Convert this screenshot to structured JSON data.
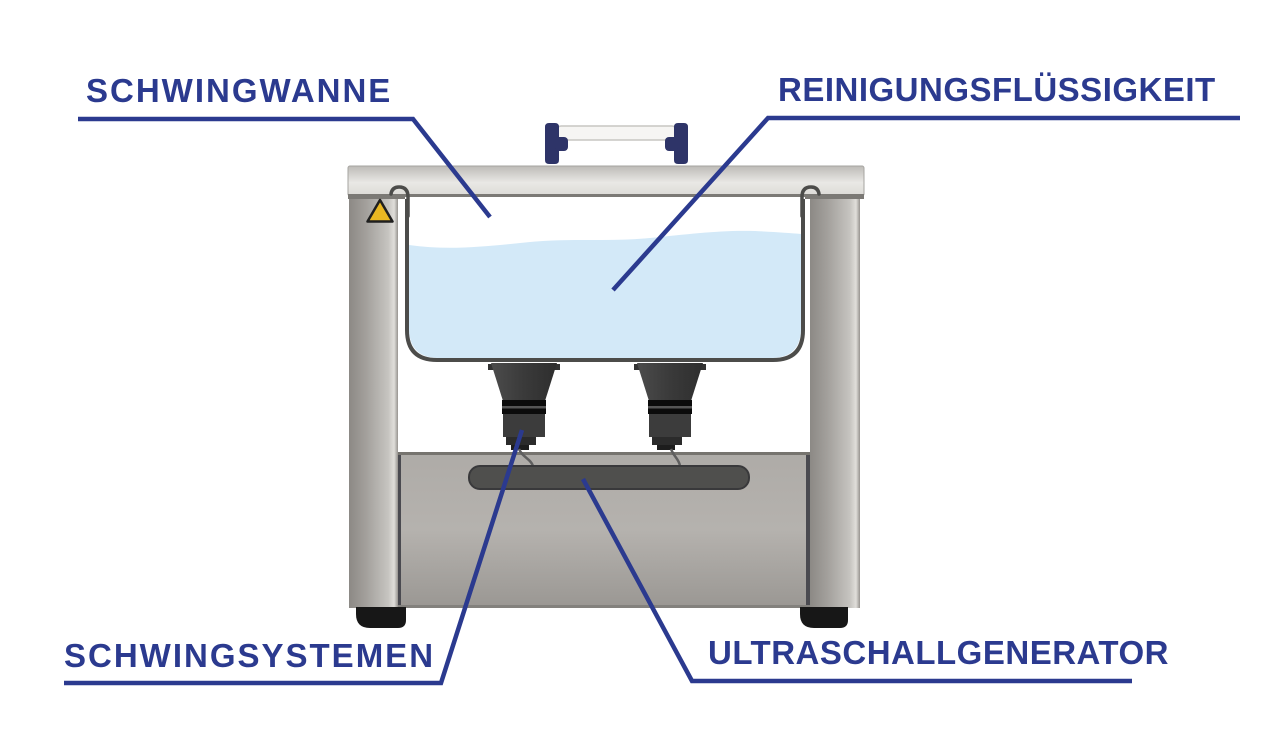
{
  "figure": {
    "type": "labeled-diagram",
    "labels": {
      "schwingwanne": "SCHWINGWANNE",
      "reinigungsfluessigkeit": "REINIGUNGSFLÜSSIGKEIT",
      "schwingsystemen": "SCHWINGSYSTEMEN",
      "ultraschallgenerator": "ULTRASCHALLGENERATOR"
    },
    "colors": {
      "accent_blue": "#2b3a8f",
      "liquid_blue": "#d3e9f8",
      "handle_navy": "#2e3468",
      "warning_yellow": "#e9b722",
      "steel_light": "#e0deda",
      "steel_mid": "#a3a09c",
      "steel_dark": "#76746f",
      "tank_outline": "#4c4c4a",
      "transducer_dark": "#3c3c3c",
      "foot_black": "#171717"
    },
    "icons": {
      "warning": "warning-triangle-icon"
    }
  }
}
